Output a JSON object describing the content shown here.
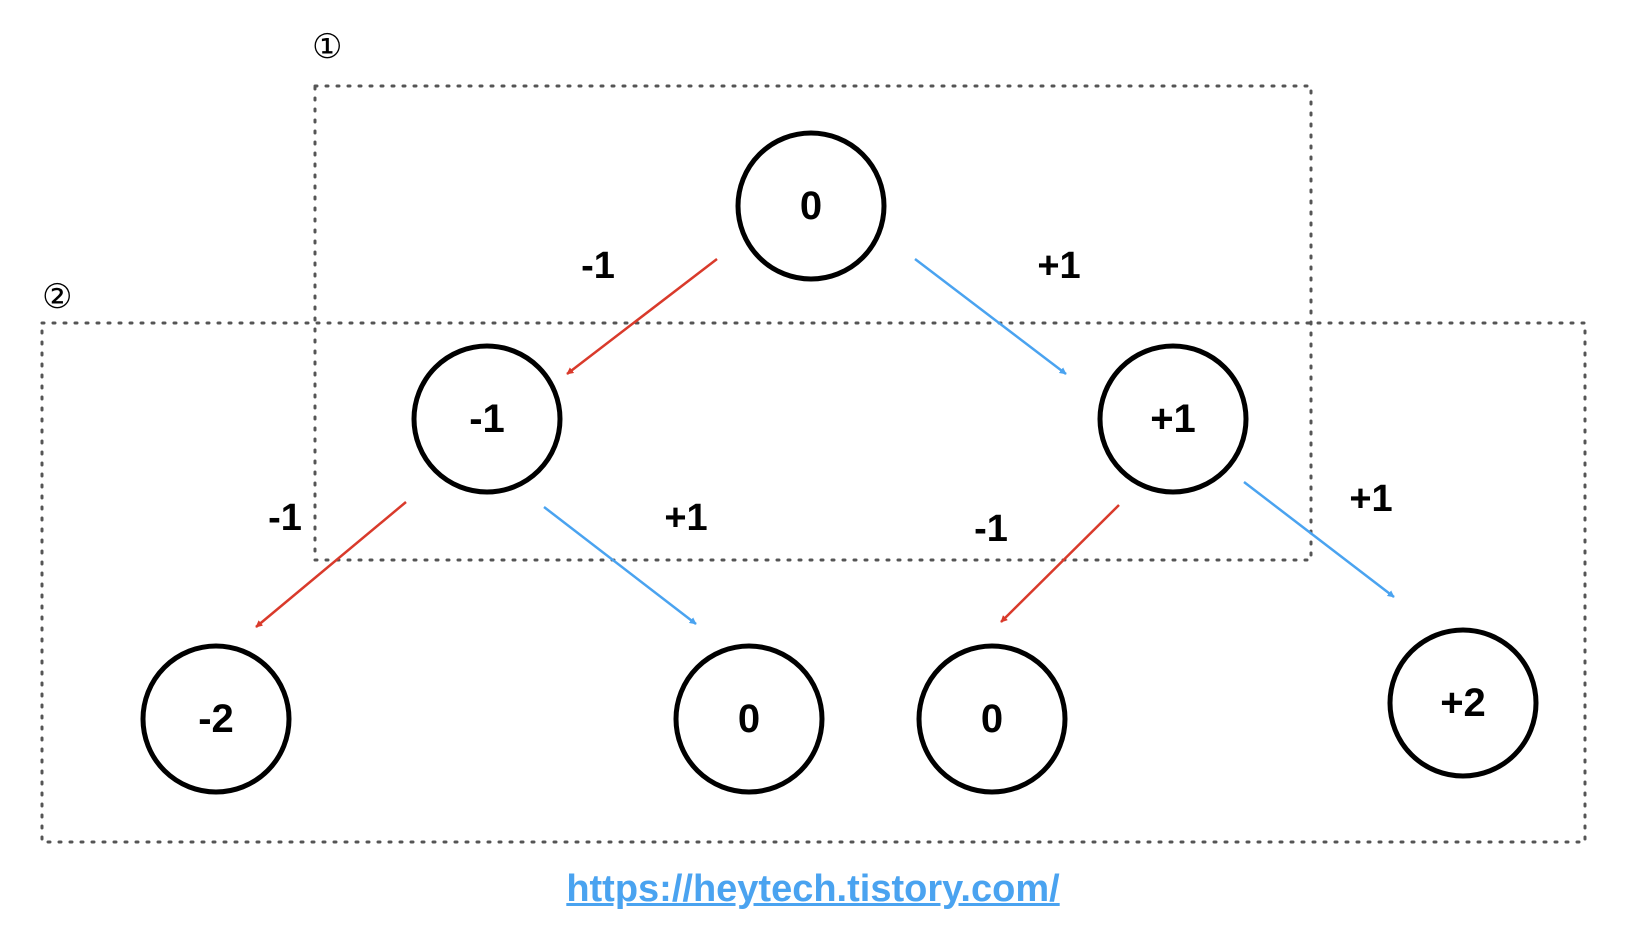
{
  "colors": {
    "decrement_edge": "#d93a2b",
    "increment_edge": "#4aa3f0",
    "link": "#4aa3f0"
  },
  "groups": [
    {
      "label": "①"
    },
    {
      "label": "②"
    }
  ],
  "nodes": [
    {
      "id": "root",
      "label": "0"
    },
    {
      "id": "l",
      "label": "-1"
    },
    {
      "id": "r",
      "label": "+1"
    },
    {
      "id": "ll",
      "label": "-2"
    },
    {
      "id": "lr",
      "label": "0"
    },
    {
      "id": "rl",
      "label": "0"
    },
    {
      "id": "rr",
      "label": "+2"
    }
  ],
  "edges": [
    {
      "from": "root",
      "to": "l",
      "label": "-1",
      "kind": "decrement"
    },
    {
      "from": "root",
      "to": "r",
      "label": "+1",
      "kind": "increment"
    },
    {
      "from": "l",
      "to": "ll",
      "label": "-1",
      "kind": "decrement"
    },
    {
      "from": "l",
      "to": "lr",
      "label": "+1",
      "kind": "increment"
    },
    {
      "from": "r",
      "to": "rl",
      "label": "-1",
      "kind": "decrement"
    },
    {
      "from": "r",
      "to": "rr",
      "label": "+1",
      "kind": "increment"
    }
  ],
  "footer": {
    "link_text": "https://heytech.tistory.com/"
  }
}
